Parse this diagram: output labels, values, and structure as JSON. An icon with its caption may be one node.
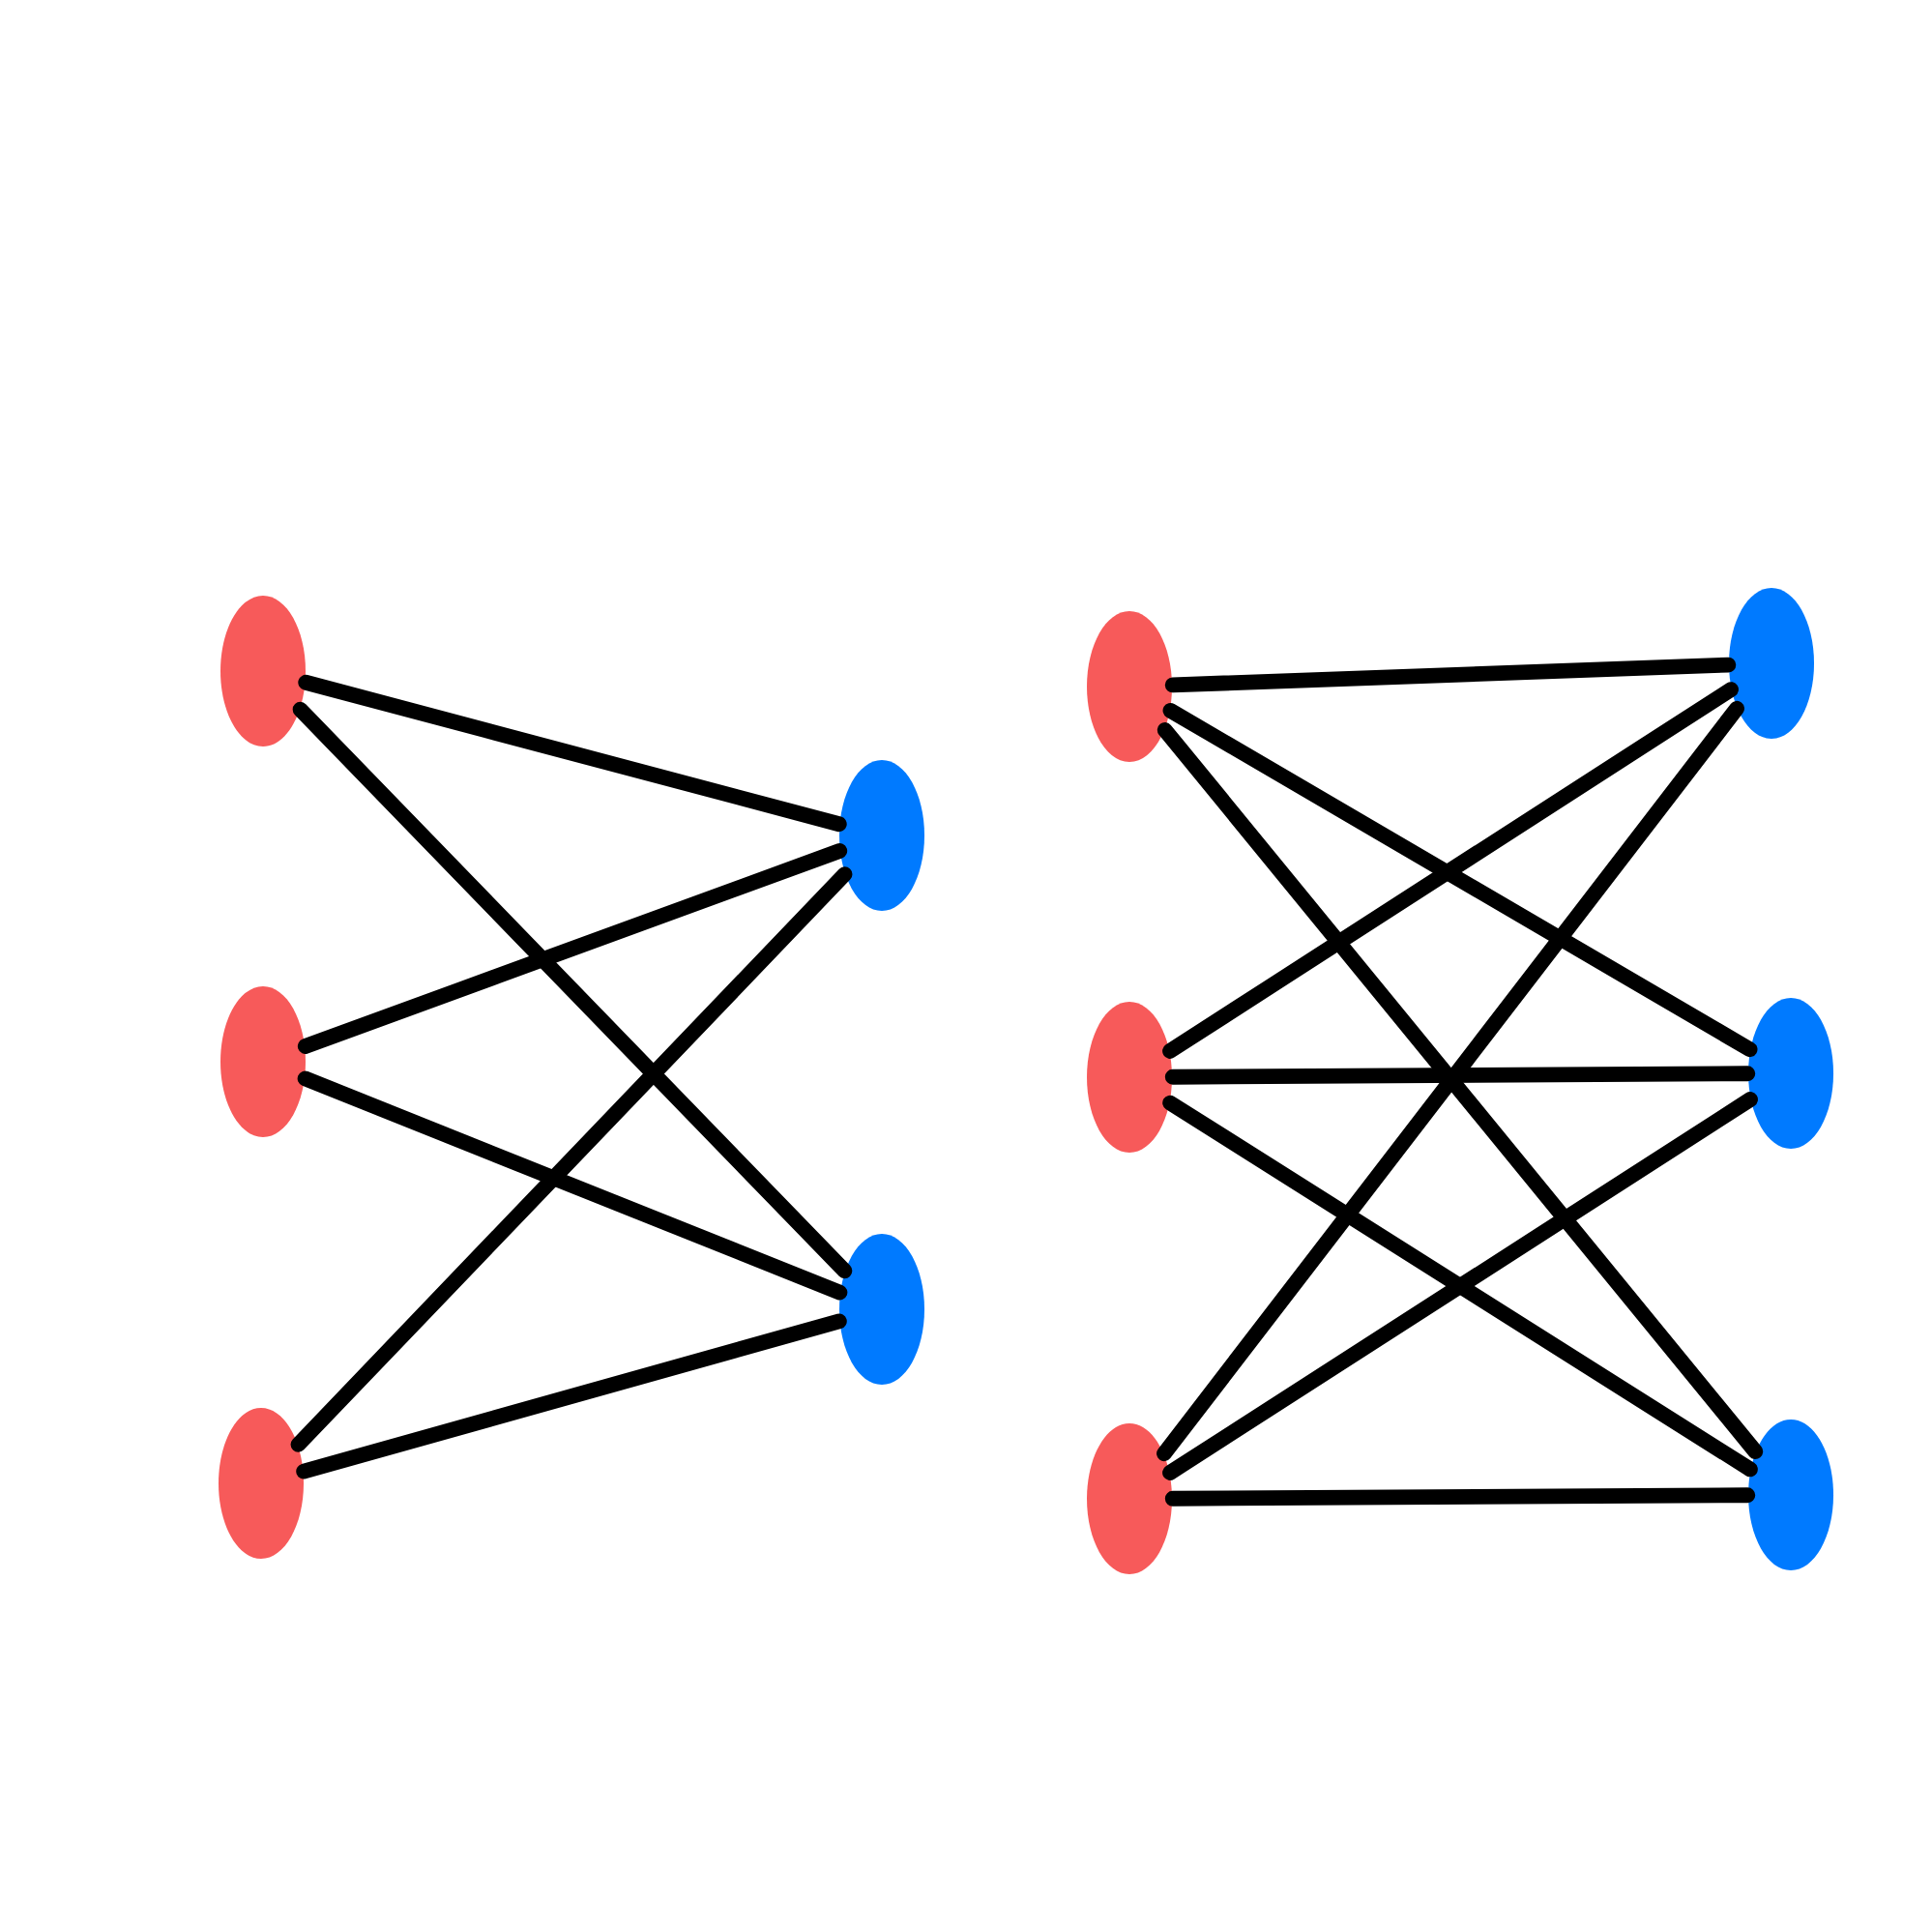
{
  "diagram": {
    "nodes": [
      {
        "text": [],
        "shape": "circle"
      },
      {
        "text": [],
        "shape": "circle"
      },
      {
        "text": [],
        "shape": "circle"
      },
      {
        "text": [],
        "shape": "circle"
      },
      {
        "text": [],
        "shape": "circle"
      },
      {
        "text": [],
        "shape": "circle"
      },
      {
        "text": [],
        "shape": "circle"
      },
      {
        "text": [],
        "shape": "circle"
      },
      {
        "text": [],
        "shape": "circle"
      },
      {
        "text": [],
        "shape": "circle"
      },
      {
        "text": [],
        "shape": "circle"
      }
    ],
    "edges": [
      {
        "from": 0,
        "to": 3,
        "arrow": "none"
      },
      {
        "from": 0,
        "to": 4,
        "arrow": "none"
      },
      {
        "from": 1,
        "to": 3,
        "arrow": "none"
      },
      {
        "from": 1,
        "to": 4,
        "arrow": "none"
      },
      {
        "from": 2,
        "to": 3,
        "arrow": "none"
      },
      {
        "from": 2,
        "to": 4,
        "arrow": "none"
      },
      {
        "from": 5,
        "to": 8,
        "arrow": "none"
      },
      {
        "from": 5,
        "to": 9,
        "arrow": "none"
      },
      {
        "from": 5,
        "to": 10,
        "arrow": "none"
      },
      {
        "from": 6,
        "to": 8,
        "arrow": "none"
      },
      {
        "from": 6,
        "to": 9,
        "arrow": "none"
      },
      {
        "from": 6,
        "to": 10,
        "arrow": "none"
      },
      {
        "from": 7,
        "to": 8,
        "arrow": "none"
      },
      {
        "from": 7,
        "to": 9,
        "arrow": "none"
      },
      {
        "from": 7,
        "to": 10,
        "arrow": "none"
      }
    ]
  }
}
